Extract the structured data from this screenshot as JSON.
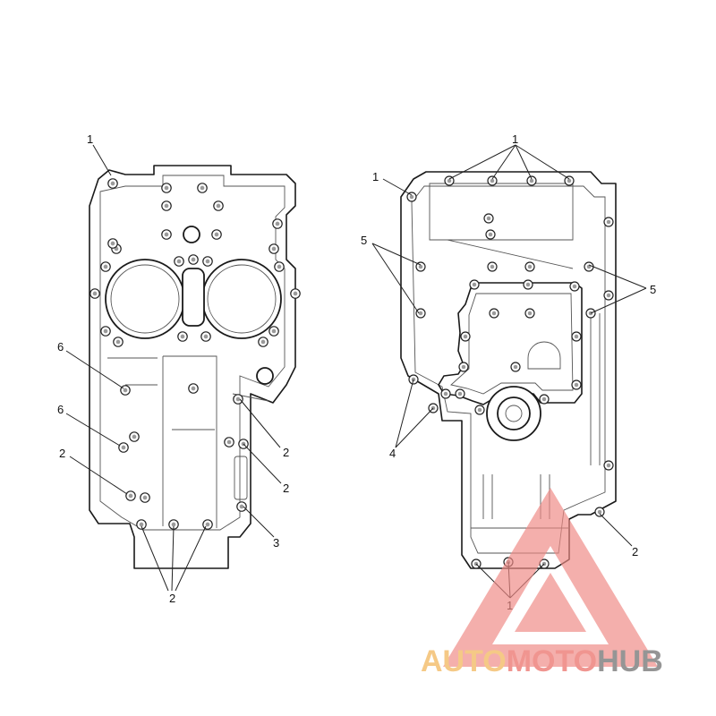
{
  "diagram": {
    "left_view": {
      "callouts": {
        "c1": "1",
        "c6a": "6",
        "c6b": "6",
        "c2a": "2",
        "c2b": "2",
        "c2c": "2",
        "c3": "3",
        "c2d": "2"
      }
    },
    "right_view": {
      "callouts": {
        "c1a": "1",
        "c1b": "1",
        "c5a": "5",
        "c5b": "5",
        "c4": "4",
        "c2": "2",
        "c1c": "1"
      }
    }
  },
  "watermark": {
    "part1": "AUTO",
    "part2": "MOTO",
    "part3": "HUB",
    "colors": {
      "auto": "#f4c47a",
      "moto": "#ef8a84",
      "hub": "#8a8a8a",
      "triangle": "#ef8a84"
    }
  }
}
